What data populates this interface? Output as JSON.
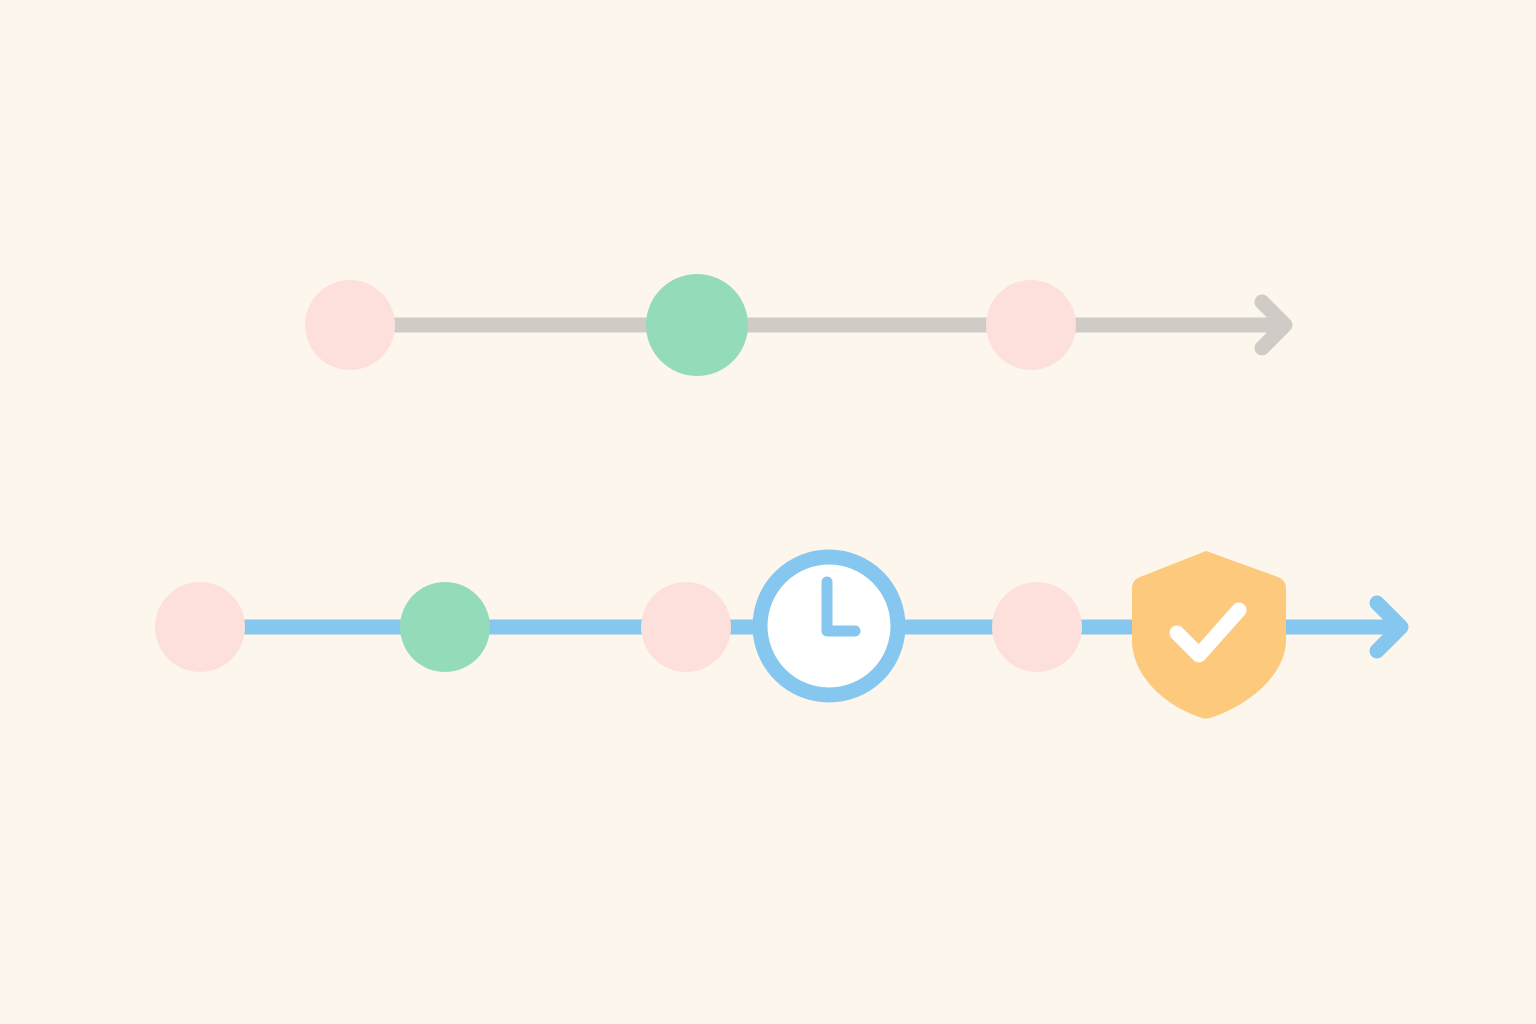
{
  "colors": {
    "background": "#fdf6ec",
    "top_line": "#cfccc7",
    "bottom_line": "#85c7ee",
    "pink_node": "#fde0dc",
    "green_node": "#93dbb9",
    "clock_face": "#ffffff",
    "clock_ring": "#85c7ee",
    "shield": "#fcc97d",
    "check": "#ffffff"
  },
  "timelines": [
    {
      "name": "top-timeline",
      "line_color_key": "top_line",
      "nodes": [
        {
          "kind": "pink"
        },
        {
          "kind": "green"
        },
        {
          "kind": "pink"
        }
      ]
    },
    {
      "name": "bottom-timeline",
      "line_color_key": "bottom_line",
      "nodes": [
        {
          "kind": "pink"
        },
        {
          "kind": "green"
        },
        {
          "kind": "pink"
        },
        {
          "kind": "clock-icon"
        },
        {
          "kind": "pink"
        },
        {
          "kind": "shield-check-icon"
        }
      ]
    }
  ]
}
